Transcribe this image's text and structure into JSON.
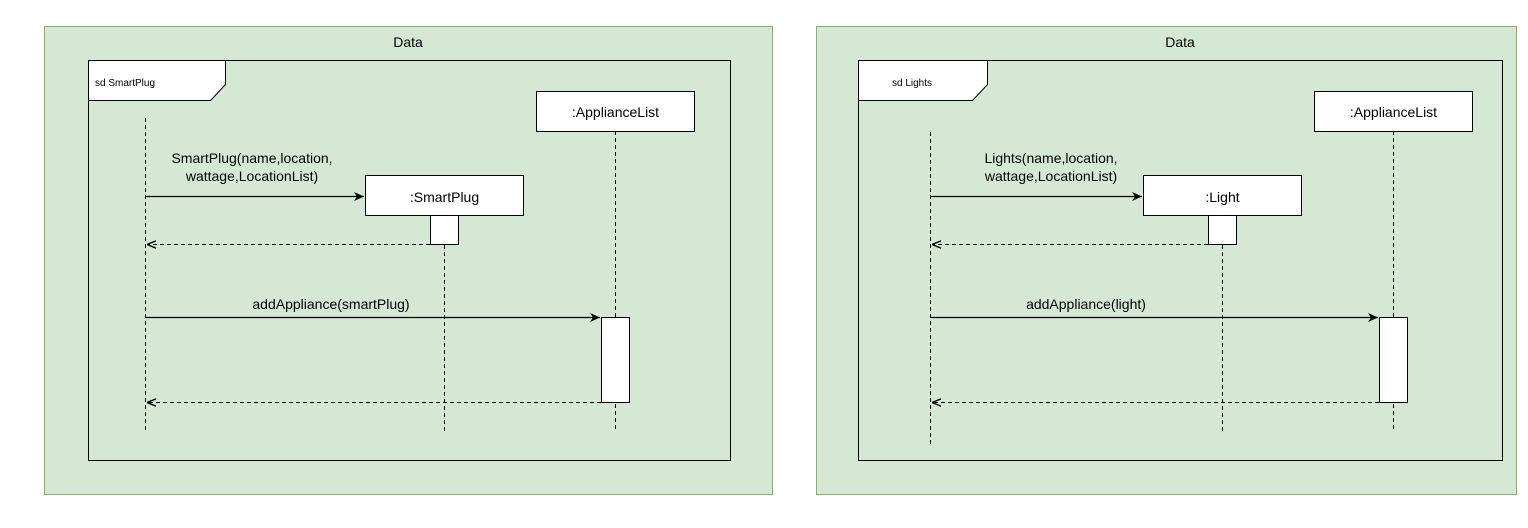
{
  "colors": {
    "package_fill": "#d5e8d4",
    "package_stroke": "#82b366",
    "frame_fill": "#d5e8d4",
    "box_fill": "#ffffff",
    "line": "#000000"
  },
  "diagrams": [
    {
      "package_title": "Data",
      "frame_label": "sd SmartPlug",
      "objects": {
        "applianceList": ":ApplianceList",
        "created": ":SmartPlug"
      },
      "messages": {
        "create_line1": "SmartPlug(name,location,",
        "create_line2": "wattage,LocationList)",
        "add": "addAppliance(smartPlug)"
      }
    },
    {
      "package_title": "Data",
      "frame_label": "sd Lights",
      "objects": {
        "applianceList": ":ApplianceList",
        "created": ":Light"
      },
      "messages": {
        "create_line1": "Lights(name,location,",
        "create_line2": "wattage,LocationList)",
        "add": "addAppliance(light)"
      }
    }
  ]
}
